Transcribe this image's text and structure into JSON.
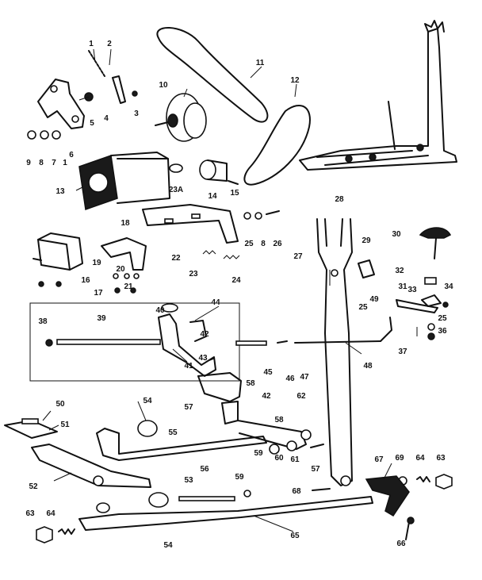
{
  "callouts": [
    {
      "id": "c1",
      "text": "1"
    },
    {
      "id": "c2",
      "text": "2"
    },
    {
      "id": "c3",
      "text": "3"
    },
    {
      "id": "c4",
      "text": "4"
    },
    {
      "id": "c5",
      "text": "5"
    },
    {
      "id": "c6",
      "text": "6"
    },
    {
      "id": "c9",
      "text": "9"
    },
    {
      "id": "c8a",
      "text": "8"
    },
    {
      "id": "c7",
      "text": "7"
    },
    {
      "id": "c1b",
      "text": "1"
    },
    {
      "id": "c10",
      "text": "10"
    },
    {
      "id": "c11",
      "text": "11"
    },
    {
      "id": "c12",
      "text": "12"
    },
    {
      "id": "c13",
      "text": "13"
    },
    {
      "id": "c23a",
      "text": "23A"
    },
    {
      "id": "c14",
      "text": "14"
    },
    {
      "id": "c15",
      "text": "15"
    },
    {
      "id": "c28",
      "text": "28"
    },
    {
      "id": "c29",
      "text": "29"
    },
    {
      "id": "c30",
      "text": "30"
    },
    {
      "id": "c25a",
      "text": "25"
    },
    {
      "id": "c8b",
      "text": "8"
    },
    {
      "id": "c26",
      "text": "26"
    },
    {
      "id": "c18",
      "text": "18"
    },
    {
      "id": "c22",
      "text": "22"
    },
    {
      "id": "c23",
      "text": "23"
    },
    {
      "id": "c24",
      "text": "24"
    },
    {
      "id": "c19",
      "text": "19"
    },
    {
      "id": "c20",
      "text": "20"
    },
    {
      "id": "c21",
      "text": "21"
    },
    {
      "id": "c16",
      "text": "16"
    },
    {
      "id": "c17",
      "text": "17"
    },
    {
      "id": "c27",
      "text": "27"
    },
    {
      "id": "c32",
      "text": "32"
    },
    {
      "id": "c31",
      "text": "31"
    },
    {
      "id": "c33",
      "text": "33"
    },
    {
      "id": "c34",
      "text": "34"
    },
    {
      "id": "c44",
      "text": "44"
    },
    {
      "id": "c40",
      "text": "40"
    },
    {
      "id": "c49",
      "text": "49"
    },
    {
      "id": "c25b",
      "text": "25"
    },
    {
      "id": "c25c",
      "text": "25"
    },
    {
      "id": "c38",
      "text": "38"
    },
    {
      "id": "c39",
      "text": "39"
    },
    {
      "id": "c42a",
      "text": "42"
    },
    {
      "id": "c36",
      "text": "36"
    },
    {
      "id": "c37",
      "text": "37"
    },
    {
      "id": "c41",
      "text": "41"
    },
    {
      "id": "c43",
      "text": "43"
    },
    {
      "id": "c45",
      "text": "45"
    },
    {
      "id": "c46",
      "text": "46"
    },
    {
      "id": "c47",
      "text": "47"
    },
    {
      "id": "c48",
      "text": "48"
    },
    {
      "id": "c58a",
      "text": "58"
    },
    {
      "id": "c50",
      "text": "50"
    },
    {
      "id": "c54a",
      "text": "54"
    },
    {
      "id": "c42b",
      "text": "42"
    },
    {
      "id": "c62",
      "text": "62"
    },
    {
      "id": "c51",
      "text": "51"
    },
    {
      "id": "c57a",
      "text": "57"
    },
    {
      "id": "c58b",
      "text": "58"
    },
    {
      "id": "c55",
      "text": "55"
    },
    {
      "id": "c56",
      "text": "56"
    },
    {
      "id": "c59a",
      "text": "59"
    },
    {
      "id": "c60",
      "text": "60"
    },
    {
      "id": "c61",
      "text": "61"
    },
    {
      "id": "c57b",
      "text": "57"
    },
    {
      "id": "c52",
      "text": "52"
    },
    {
      "id": "c67",
      "text": "67"
    },
    {
      "id": "c69",
      "text": "69"
    },
    {
      "id": "c64a",
      "text": "64"
    },
    {
      "id": "c63a",
      "text": "63"
    },
    {
      "id": "c53",
      "text": "53"
    },
    {
      "id": "c59b",
      "text": "59"
    },
    {
      "id": "c68",
      "text": "68"
    },
    {
      "id": "c63b",
      "text": "63"
    },
    {
      "id": "c64b",
      "text": "64"
    },
    {
      "id": "c65",
      "text": "65"
    },
    {
      "id": "c54b",
      "text": "54"
    },
    {
      "id": "c66",
      "text": "66"
    }
  ]
}
